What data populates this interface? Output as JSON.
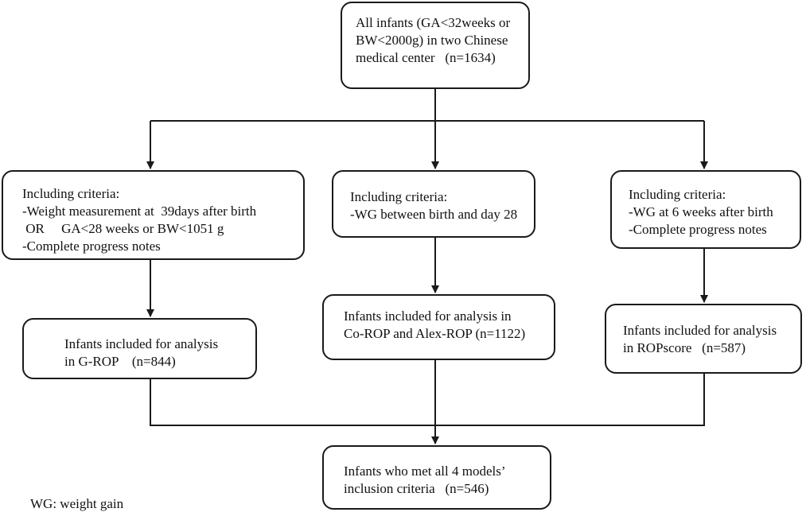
{
  "flowchart": {
    "top": {
      "lines": [
        "All infants (GA<32weeks or",
        "BW<2000g) in two Chinese",
        "medical center   (n=1634)"
      ]
    },
    "criteria_left": {
      "lines": [
        "Including criteria:",
        "-Weight measurement at  39days after birth",
        " OR     GA<28 weeks or BW<1051 g",
        "-Complete progress notes"
      ]
    },
    "criteria_middle": {
      "lines": [
        "Including criteria:",
        "-WG between birth and day 28"
      ]
    },
    "criteria_right": {
      "lines": [
        "Including criteria:",
        "-WG at 6 weeks after birth",
        "-Complete progress notes"
      ]
    },
    "result_left": {
      "lines": [
        "Infants included for analysis",
        "in G-ROP    (n=844)"
      ]
    },
    "result_middle": {
      "lines": [
        "Infants included for analysis in",
        "Co-ROP and Alex-ROP (n=1122)"
      ]
    },
    "result_right": {
      "lines": [
        "Infants included for analysis",
        "in ROPscore   (n=587)"
      ]
    },
    "final": {
      "lines": [
        "Infants who met all 4 models’",
        "inclusion criteria   (n=546)"
      ]
    }
  },
  "footnote": "WG: weight gain"
}
